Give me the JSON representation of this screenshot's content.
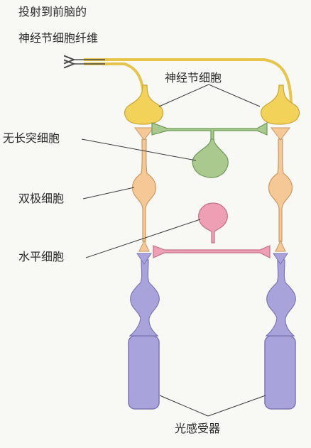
{
  "labels": {
    "projection_line1": "投射到前脑的",
    "projection_line2": "神经节细胞纤维",
    "ganglion": "神经节细胞",
    "amacrine": "无长突细胞",
    "bipolar": "双极细胞",
    "horizontal": "水平细胞",
    "photoreceptor": "光感受器"
  },
  "colors": {
    "ganglion": "#f3d25a",
    "amacrine": "#a9c98e",
    "bipolar": "#f5c896",
    "horizontal": "#ee9fb4",
    "photoreceptor": "#a9a3dc",
    "outline": "#6f6a60",
    "pointer_line": "#3a3a3a",
    "background": "#f8f8f4"
  }
}
